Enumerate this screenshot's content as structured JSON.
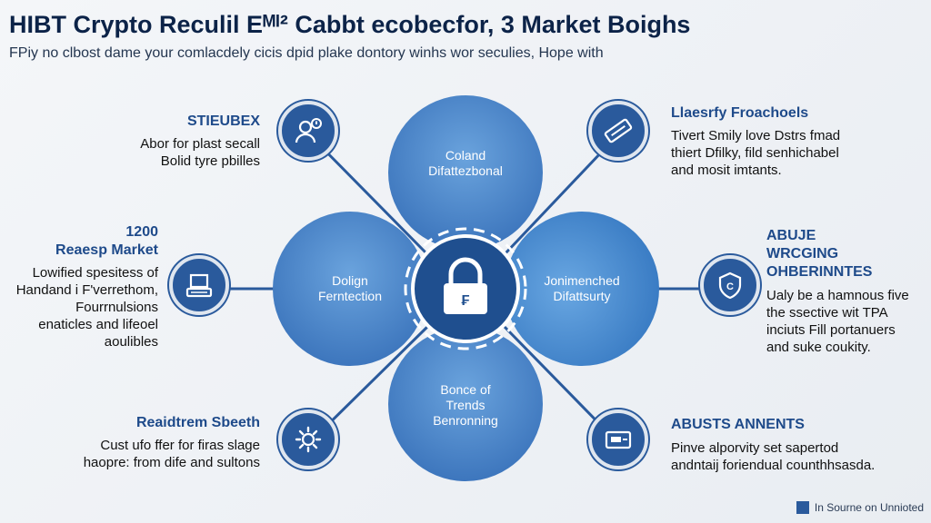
{
  "header": {
    "title": "HIBT Crypto Reculil Eᴹᴵ² Cabbt ecobecfor, 3 Market Boighs",
    "subtitle": "FPiy no clbost dame your comlacdely cicis dpid plake dontory winhs wor seculies, Hope with"
  },
  "petals": {
    "top": {
      "line1": "Coland",
      "line2": "Difattezbonal"
    },
    "left": {
      "line1": "Dolign",
      "line2": "Ferntection"
    },
    "right": {
      "line1": "Jonimenched",
      "line2": "Difattsurty"
    },
    "bottom": {
      "line1": "Bonce of",
      "line2": "Trends",
      "line3": "Benronning"
    }
  },
  "panels": {
    "top_left": {
      "head": "STIEUBEX",
      "line1": "Abor for plast secall",
      "line2": "Bolid tyre pbilles"
    },
    "mid_left": {
      "head1": "1200",
      "head2": "Reaesp Market",
      "line1": "Lowified spesitess of",
      "line2": "Handand i F'verrethom,",
      "line3": "Fourrnulsions",
      "line4": "enaticles and lifeoel",
      "line5": "aoulibles"
    },
    "bottom_left": {
      "head": "Reaidtrem Sbeeth",
      "line1": "Cust ufo ffer for firas slage",
      "line2": "haopre: from dife and sultons"
    },
    "top_right": {
      "head": "Llaesrfy Froachoels",
      "line1": "Tivert Smily love Dstrs fmad",
      "line2": "thiert Dfilky, fild senhichabel",
      "line3": "and mosit imtants."
    },
    "mid_right": {
      "head1": "ABUJE",
      "head2": "WRCGING",
      "head3": "OHBERINNTES",
      "line1": "Ualy be a hamnous five",
      "line2": "the ssective wit TPA",
      "line3": "inciuts Fill portanuers",
      "line4": "and suke coukity."
    },
    "bottom_right": {
      "head": "ABUSTS ANNENTS",
      "line1": "Pinve alporvity set sapertod",
      "line2": "andntaij foriendual counthhsasda."
    }
  },
  "footer": {
    "text": "In Sourne on Unnioted"
  },
  "icons": {
    "top_left": "user-alert-icon",
    "top_right": "tag-icon",
    "mid_left": "laptop-icon",
    "mid_right": "shield-icon",
    "bottom_left": "gear-icon",
    "bottom_right": "card-icon",
    "center": "lock-icon"
  },
  "colors": {
    "title": "#0c2348",
    "heading": "#1e4a8a",
    "node": "#2a5a9c",
    "petal_light": "#5b93d1",
    "petal_mid": "#3f78c0",
    "center": "#1f4f8f"
  }
}
